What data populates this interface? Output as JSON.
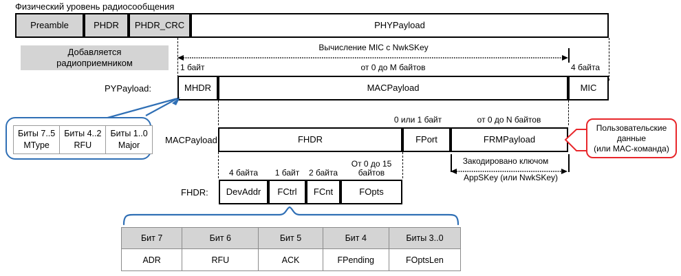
{
  "title": "Физический уровень радиосообщения",
  "phy_row": {
    "label": "",
    "cells": [
      {
        "name": "preamble",
        "text": "Preamble"
      },
      {
        "name": "phdr",
        "text": "PHDR"
      },
      {
        "name": "phdr-crc",
        "text": "PHDR_CRC"
      },
      {
        "name": "phypayload",
        "text": "PHYPayload"
      }
    ]
  },
  "added_by_receiver": "Добавляется\nрадиоприемником",
  "added_by_receiver_line1": "Добавляется",
  "added_by_receiver_line2": "радиоприемником",
  "mic_annotation": {
    "arrow_label": "Вычисление MIC с NwkSKey",
    "size_mhdr": "1 байт",
    "size_macpayload": "от 0 до M байтов",
    "size_mic": "4 байта"
  },
  "pypayload_row": {
    "label": "PYPayload:",
    "cells": [
      {
        "name": "mhdr",
        "text": "MHDR"
      },
      {
        "name": "macpayload",
        "text": "MACPayload"
      },
      {
        "name": "mic",
        "text": "MIC"
      }
    ]
  },
  "mhdr_callout": {
    "columns": [
      {
        "bits": "Биты 7..5",
        "field": "MType"
      },
      {
        "bits": "Биты 4..2",
        "field": "RFU"
      },
      {
        "bits": "Биты 1..0",
        "field": "Major"
      }
    ]
  },
  "macpayload_row": {
    "label": "MACPayload:",
    "size_fport": "0 или 1 байт",
    "size_frmpayload": "от 0 до N байтов",
    "cells": [
      {
        "name": "fhdr",
        "text": "FHDR"
      },
      {
        "name": "fport",
        "text": "FPort"
      },
      {
        "name": "frmpayload",
        "text": "FRMPayload"
      }
    ]
  },
  "frmpayload_callout": {
    "line1": "Пользовательские",
    "line2": "данные",
    "line3": "(или MAC-команда)"
  },
  "encryption_annotation": {
    "line1": "Закодировано ключом",
    "line2": "AppSKey (или NwkSKey)"
  },
  "fhdr_row": {
    "label": "FHDR:",
    "sizes": {
      "devaddr": "4 байта",
      "fctrl": "1 байт",
      "fcnt": "2 байта",
      "fopts_line1": "От 0 до 15",
      "fopts_line2": "байтов"
    },
    "cells": [
      {
        "name": "devaddr",
        "text": "DevAddr"
      },
      {
        "name": "fctrl",
        "text": "FCtrl"
      },
      {
        "name": "fcnt",
        "text": "FCnt"
      },
      {
        "name": "fopts",
        "text": "FOpts"
      }
    ]
  },
  "fctrl_table": {
    "headers": [
      "Бит 7",
      "Бит 6",
      "Бит 5",
      "Бит 4",
      "Биты 3..0"
    ],
    "values": [
      "ADR",
      "RFU",
      "ACK",
      "FPending",
      "FOptsLen"
    ]
  },
  "colors": {
    "gray_fill": "#d4d4d4",
    "blue_callout": "#2f6fb5",
    "red_callout": "#e8262a",
    "stroke": "#000000"
  }
}
